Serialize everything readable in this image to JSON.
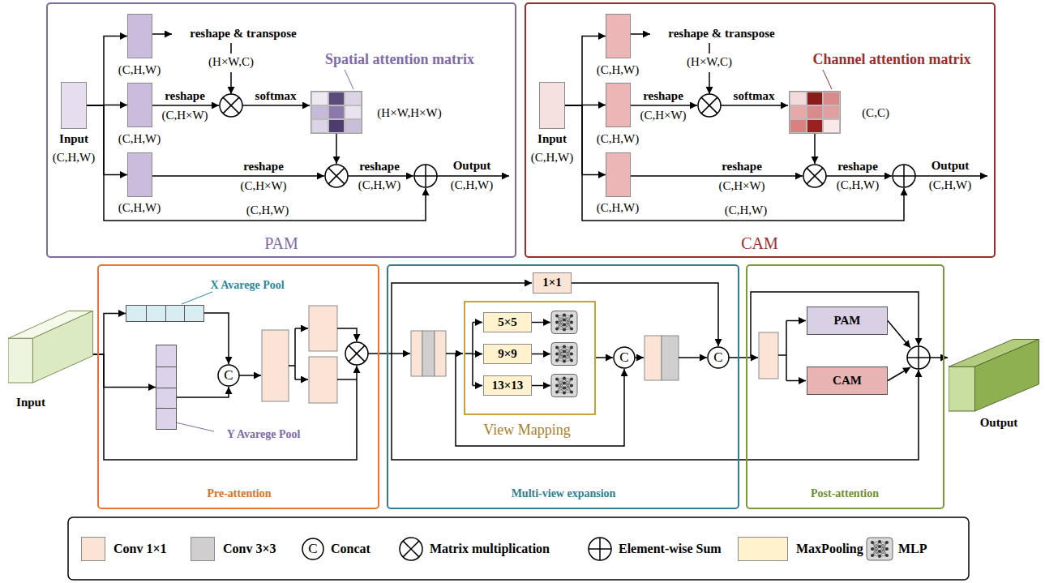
{
  "diagram": {
    "nodes": [
      {
        "text": [
          "PAM"
        ]
      },
      {
        "text": [
          "Input",
          "(C,H,W)"
        ],
        "in": 0
      },
      {
        "text": [
          "(C,H,W)"
        ],
        "in": 0
      },
      {
        "text": [
          "(C,H,W)"
        ],
        "in": 0
      },
      {
        "text": [
          "(C,H,W)"
        ],
        "in": 0
      },
      {
        "text": [
          "Spatial attention matrix",
          "(H×W,H×W)"
        ],
        "in": 0
      },
      {
        "text": [
          "CAM"
        ]
      },
      {
        "text": [
          "Input",
          "(C,H,W)"
        ],
        "in": 6
      },
      {
        "text": [
          "(C,H,W)"
        ],
        "in": 6
      },
      {
        "text": [
          "(C,H,W)"
        ],
        "in": 6
      },
      {
        "text": [
          "(C,H,W)"
        ],
        "in": 6
      },
      {
        "text": [
          "Channel attention matrix",
          "(C,C)"
        ],
        "in": 6
      },
      {
        "text": [
          "Input"
        ]
      },
      {
        "text": [
          "Pre-attention"
        ]
      },
      {
        "text": [
          "X Avarege Pool"
        ],
        "in": 13
      },
      {
        "text": [
          "Y Avarege Pool"
        ],
        "in": 13
      },
      {
        "text": [
          "Multi-view expansion"
        ]
      },
      {
        "text": [
          "1×1"
        ],
        "in": 16
      },
      {
        "text": [
          "View Mapping"
        ],
        "in": 16
      },
      {
        "text": [
          "5×5"
        ],
        "in": 18
      },
      {
        "text": [
          "9×9"
        ],
        "in": 18
      },
      {
        "text": [
          "13×13"
        ],
        "in": 18
      },
      {
        "text": [
          "Post-attention"
        ]
      },
      {
        "text": [
          "PAM"
        ],
        "in": 22
      },
      {
        "text": [
          "CAM"
        ],
        "in": 22
      },
      {
        "text": [
          "Output"
        ]
      }
    ],
    "edges": [
      {
        "from": 12,
        "to": 14,
        "arrow": "to"
      },
      {
        "from": 12,
        "to": 15,
        "arrow": "to"
      },
      {
        "from": 1,
        "to": 2,
        "arrow": "to"
      },
      {
        "from": 1,
        "to": 3,
        "arrow": "to"
      },
      {
        "from": 1,
        "to": 4,
        "arrow": "to"
      },
      {
        "from": 7,
        "to": 8,
        "arrow": "to"
      },
      {
        "from": 7,
        "to": 9,
        "arrow": "to"
      },
      {
        "from": 7,
        "to": 10,
        "arrow": "to"
      }
    ],
    "labels": [
      "reshape & transpose",
      "(H×W,C)",
      "reshape",
      "(C,H×W)",
      "softmax",
      "reshape",
      "(C,H×W)",
      "reshape",
      "(C,H,W)",
      "Output",
      "(C,H,W)",
      "(C,H,W)",
      "reshape & transpose",
      "(H×W,C)",
      "reshape",
      "(C,H×W)",
      "softmax",
      "reshape",
      "(C,H×W)",
      "reshape",
      "(C,H,W)",
      "Output",
      "(C,H,W)",
      "(C,H,W)",
      "C",
      "C",
      "C",
      "C"
    ],
    "legend": [
      {
        "text": "Conv 1×1",
        "color": "#FBE3D6"
      },
      {
        "text": "Conv 3×3",
        "color": "#D0CECE"
      },
      {
        "text": "Concat"
      },
      {
        "text": "Matrix multiplication"
      },
      {
        "text": "Element-wise Sum"
      },
      {
        "text": "MaxPooling",
        "color": "#FFF2CC"
      },
      {
        "text": "MLP"
      }
    ]
  }
}
